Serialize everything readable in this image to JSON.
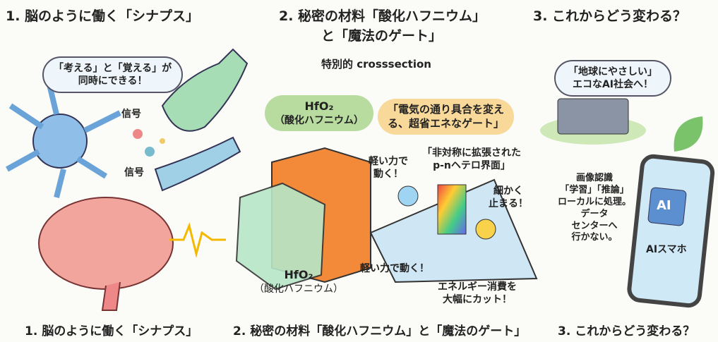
{
  "headers": {
    "s1": "1. 脳のように働く「シナプス」",
    "s2a": "2. 秘密の材料「酸化ハフニウム」",
    "s2b": "と「魔法のゲート」",
    "s3": "3. これからどう変わる？"
  },
  "footers": {
    "s1": "1. 脳のように働く「シナプス」",
    "s2": "2. 秘密の材料「酸化ハフニウム」と「魔法のゲート」",
    "s3": "3. これからどう変わる？"
  },
  "section1": {
    "cloud": [
      "「考える」と「覚える」が",
      "同時にできる！"
    ],
    "signal1": "信号",
    "signal2": "信号"
  },
  "section2": {
    "crosssection": "特別的 crosssection",
    "hfo2_top": "HfO₂",
    "hfo2_top_sub": "（酸化ハフニウム）",
    "gate": [
      "「電気の通り具合を変え",
      "る、超省エネなゲート」"
    ],
    "light_force": [
      "軽い力で",
      "動く！"
    ],
    "interface": [
      "「非対称に拡張された",
      "p-nヘテロ界面」"
    ],
    "stop": [
      "細かく",
      "止まる！"
    ],
    "light_force2": "軽い力で動く！",
    "hfo2_bottom": "HfO₂",
    "hfo2_bottom_sub": "（酸化ハフニウム）",
    "energy": [
      "エネルギー消費を",
      "大幅にカット！"
    ]
  },
  "section3": {
    "cloud": [
      "「地球にやさしい」",
      "エコなAI社会へ！"
    ],
    "phone_text": [
      "画像認識",
      "「学習」「推論」",
      "ローカルに処理。",
      "データ",
      "センターへ",
      "行かない。"
    ],
    "chip": "AI",
    "phone_label": "AIスマホ"
  }
}
